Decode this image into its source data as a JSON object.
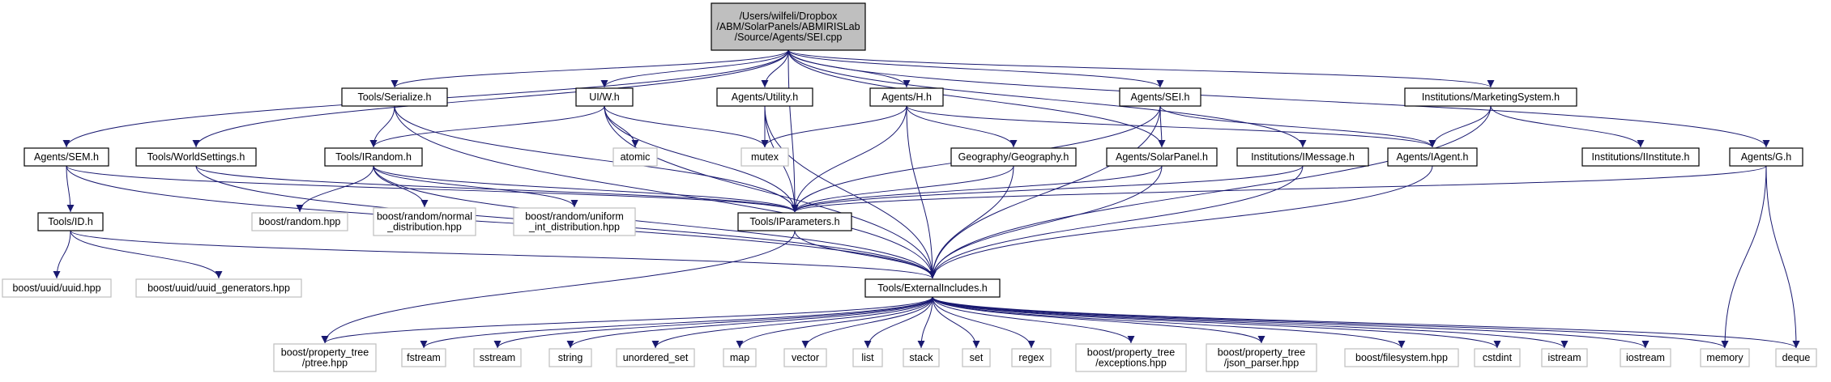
{
  "title": "Include dependency graph for SEI.cpp",
  "colors": {
    "edge": "#191970",
    "main_fill": "#bfbfbf",
    "node_border": "#000000",
    "external_border": "#bfbfbf",
    "background": "#ffffff"
  },
  "nodes": [
    {
      "id": "sei_cpp",
      "kind": "main",
      "lines": [
        "/Users/wilfeli/Dropbox",
        "/ABM/SolarPanels/ABMIRISLab",
        "/Source/Agents/SEI.cpp"
      ]
    },
    {
      "id": "agents_sem_h",
      "kind": "local",
      "lines": [
        "Agents/SEM.h"
      ]
    },
    {
      "id": "tools_worldsettings_h",
      "kind": "local",
      "lines": [
        "Tools/WorldSettings.h"
      ]
    },
    {
      "id": "tools_serialize_h",
      "kind": "local",
      "lines": [
        "Tools/Serialize.h"
      ]
    },
    {
      "id": "ui_w_h",
      "kind": "local",
      "lines": [
        "UI/W.h"
      ]
    },
    {
      "id": "agents_utility_h",
      "kind": "local",
      "lines": [
        "Agents/Utility.h"
      ]
    },
    {
      "id": "agents_h_h",
      "kind": "local",
      "lines": [
        "Agents/H.h"
      ]
    },
    {
      "id": "agents_sei_h",
      "kind": "local",
      "lines": [
        "Agents/SEI.h"
      ]
    },
    {
      "id": "institutions_marketingsystem_h",
      "kind": "local",
      "lines": [
        "Institutions/MarketingSystem.h"
      ]
    },
    {
      "id": "agents_g_h",
      "kind": "local",
      "lines": [
        "Agents/G.h"
      ]
    },
    {
      "id": "tools_irandom_h",
      "kind": "local",
      "lines": [
        "Tools/IRandom.h"
      ]
    },
    {
      "id": "atomic",
      "kind": "external",
      "lines": [
        "atomic"
      ]
    },
    {
      "id": "mutex",
      "kind": "external",
      "lines": [
        "mutex"
      ]
    },
    {
      "id": "geography_geography_h",
      "kind": "local",
      "lines": [
        "Geography/Geography.h"
      ]
    },
    {
      "id": "agents_solarpanel_h",
      "kind": "local",
      "lines": [
        "Agents/SolarPanel.h"
      ]
    },
    {
      "id": "institutions_imessage_h",
      "kind": "local",
      "lines": [
        "Institutions/IMessage.h"
      ]
    },
    {
      "id": "agents_iagent_h",
      "kind": "local",
      "lines": [
        "Agents/IAgent.h"
      ]
    },
    {
      "id": "institutions_iinstitute_h",
      "kind": "local",
      "lines": [
        "Institutions/IInstitute.h"
      ]
    },
    {
      "id": "tools_id_h",
      "kind": "local",
      "lines": [
        "Tools/ID.h"
      ]
    },
    {
      "id": "boost_random_hpp",
      "kind": "external",
      "lines": [
        "boost/random.hpp"
      ]
    },
    {
      "id": "boost_random_normal",
      "kind": "external",
      "lines": [
        "boost/random/normal",
        "_distribution.hpp"
      ]
    },
    {
      "id": "boost_random_uniform",
      "kind": "external",
      "lines": [
        "boost/random/uniform",
        "_int_distribution.hpp"
      ]
    },
    {
      "id": "tools_iparameters_h",
      "kind": "local",
      "lines": [
        "Tools/IParameters.h"
      ]
    },
    {
      "id": "boost_uuid_uuid_hpp",
      "kind": "external",
      "lines": [
        "boost/uuid/uuid.hpp"
      ]
    },
    {
      "id": "boost_uuid_generators_hpp",
      "kind": "external",
      "lines": [
        "boost/uuid/uuid_generators.hpp"
      ]
    },
    {
      "id": "tools_externalincludes_h",
      "kind": "local",
      "lines": [
        "Tools/ExternalIncludes.h"
      ]
    },
    {
      "id": "boost_property_tree_ptree",
      "kind": "external",
      "lines": [
        "boost/property_tree",
        "/ptree.hpp"
      ]
    },
    {
      "id": "fstream",
      "kind": "external",
      "lines": [
        "fstream"
      ]
    },
    {
      "id": "sstream",
      "kind": "external",
      "lines": [
        "sstream"
      ]
    },
    {
      "id": "string",
      "kind": "external",
      "lines": [
        "string"
      ]
    },
    {
      "id": "unordered_set",
      "kind": "external",
      "lines": [
        "unordered_set"
      ]
    },
    {
      "id": "map",
      "kind": "external",
      "lines": [
        "map"
      ]
    },
    {
      "id": "vector",
      "kind": "external",
      "lines": [
        "vector"
      ]
    },
    {
      "id": "list",
      "kind": "external",
      "lines": [
        "list"
      ]
    },
    {
      "id": "stack",
      "kind": "external",
      "lines": [
        "stack"
      ]
    },
    {
      "id": "set",
      "kind": "external",
      "lines": [
        "set"
      ]
    },
    {
      "id": "regex",
      "kind": "external",
      "lines": [
        "regex"
      ]
    },
    {
      "id": "boost_property_tree_exceptions",
      "kind": "external",
      "lines": [
        "boost/property_tree",
        "/exceptions.hpp"
      ]
    },
    {
      "id": "boost_property_tree_json_parser",
      "kind": "external",
      "lines": [
        "boost/property_tree",
        "/json_parser.hpp"
      ]
    },
    {
      "id": "boost_filesystem_hpp",
      "kind": "external",
      "lines": [
        "boost/filesystem.hpp"
      ]
    },
    {
      "id": "cstdint",
      "kind": "external",
      "lines": [
        "cstdint"
      ]
    },
    {
      "id": "istream",
      "kind": "external",
      "lines": [
        "istream"
      ]
    },
    {
      "id": "iostream",
      "kind": "external",
      "lines": [
        "iostream"
      ]
    },
    {
      "id": "memory",
      "kind": "external",
      "lines": [
        "memory"
      ]
    },
    {
      "id": "deque",
      "kind": "external",
      "lines": [
        "deque"
      ]
    }
  ],
  "edges": [
    [
      "sei_cpp",
      "agents_sem_h"
    ],
    [
      "sei_cpp",
      "tools_worldsettings_h"
    ],
    [
      "sei_cpp",
      "tools_serialize_h"
    ],
    [
      "sei_cpp",
      "ui_w_h"
    ],
    [
      "sei_cpp",
      "agents_utility_h"
    ],
    [
      "sei_cpp",
      "agents_h_h"
    ],
    [
      "sei_cpp",
      "agents_sei_h"
    ],
    [
      "sei_cpp",
      "institutions_marketingsystem_h"
    ],
    [
      "sei_cpp",
      "agents_g_h"
    ],
    [
      "sei_cpp",
      "tools_iparameters_h"
    ],
    [
      "sei_cpp",
      "agents_solarpanel_h"
    ],
    [
      "sei_cpp",
      "institutions_imessage_h"
    ],
    [
      "agents_sem_h",
      "tools_id_h"
    ],
    [
      "agents_sem_h",
      "tools_iparameters_h"
    ],
    [
      "agents_sem_h",
      "tools_externalincludes_h"
    ],
    [
      "tools_worldsettings_h",
      "tools_iparameters_h"
    ],
    [
      "tools_worldsettings_h",
      "tools_externalincludes_h"
    ],
    [
      "tools_serialize_h",
      "tools_irandom_h"
    ],
    [
      "tools_serialize_h",
      "tools_iparameters_h"
    ],
    [
      "tools_serialize_h",
      "tools_externalincludes_h"
    ],
    [
      "ui_w_h",
      "tools_irandom_h"
    ],
    [
      "ui_w_h",
      "atomic"
    ],
    [
      "ui_w_h",
      "mutex"
    ],
    [
      "ui_w_h",
      "tools_iparameters_h"
    ],
    [
      "ui_w_h",
      "tools_externalincludes_h"
    ],
    [
      "agents_utility_h",
      "mutex"
    ],
    [
      "agents_utility_h",
      "tools_iparameters_h"
    ],
    [
      "agents_utility_h",
      "tools_externalincludes_h"
    ],
    [
      "agents_h_h",
      "mutex"
    ],
    [
      "agents_h_h",
      "geography_geography_h"
    ],
    [
      "agents_h_h",
      "agents_iagent_h"
    ],
    [
      "agents_h_h",
      "tools_iparameters_h"
    ],
    [
      "agents_h_h",
      "tools_externalincludes_h"
    ],
    [
      "agents_sei_h",
      "agents_solarpanel_h"
    ],
    [
      "agents_sei_h",
      "agents_iagent_h"
    ],
    [
      "agents_sei_h",
      "tools_iparameters_h"
    ],
    [
      "agents_sei_h",
      "tools_externalincludes_h"
    ],
    [
      "institutions_marketingsystem_h",
      "agents_iagent_h"
    ],
    [
      "institutions_marketingsystem_h",
      "institutions_iinstitute_h"
    ],
    [
      "institutions_marketingsystem_h",
      "tools_externalincludes_h"
    ],
    [
      "agents_g_h",
      "tools_iparameters_h"
    ],
    [
      "agents_g_h",
      "memory"
    ],
    [
      "agents_g_h",
      "deque"
    ],
    [
      "tools_irandom_h",
      "boost_random_hpp"
    ],
    [
      "tools_irandom_h",
      "boost_random_normal"
    ],
    [
      "tools_irandom_h",
      "boost_random_uniform"
    ],
    [
      "tools_irandom_h",
      "tools_iparameters_h"
    ],
    [
      "tools_irandom_h",
      "tools_externalincludes_h"
    ],
    [
      "geography_geography_h",
      "tools_iparameters_h"
    ],
    [
      "geography_geography_h",
      "tools_externalincludes_h"
    ],
    [
      "agents_solarpanel_h",
      "tools_iparameters_h"
    ],
    [
      "agents_solarpanel_h",
      "tools_externalincludes_h"
    ],
    [
      "institutions_imessage_h",
      "tools_iparameters_h"
    ],
    [
      "institutions_imessage_h",
      "tools_externalincludes_h"
    ],
    [
      "agents_iagent_h",
      "tools_externalincludes_h"
    ],
    [
      "tools_id_h",
      "boost_uuid_uuid_hpp"
    ],
    [
      "tools_id_h",
      "boost_uuid_generators_hpp"
    ],
    [
      "tools_id_h",
      "tools_externalincludes_h"
    ],
    [
      "tools_iparameters_h",
      "tools_externalincludes_h"
    ],
    [
      "tools_iparameters_h",
      "boost_property_tree_ptree"
    ],
    [
      "tools_externalincludes_h",
      "boost_property_tree_ptree"
    ],
    [
      "tools_externalincludes_h",
      "fstream"
    ],
    [
      "tools_externalincludes_h",
      "sstream"
    ],
    [
      "tools_externalincludes_h",
      "string"
    ],
    [
      "tools_externalincludes_h",
      "unordered_set"
    ],
    [
      "tools_externalincludes_h",
      "map"
    ],
    [
      "tools_externalincludes_h",
      "vector"
    ],
    [
      "tools_externalincludes_h",
      "list"
    ],
    [
      "tools_externalincludes_h",
      "stack"
    ],
    [
      "tools_externalincludes_h",
      "set"
    ],
    [
      "tools_externalincludes_h",
      "regex"
    ],
    [
      "tools_externalincludes_h",
      "boost_property_tree_exceptions"
    ],
    [
      "tools_externalincludes_h",
      "boost_property_tree_json_parser"
    ],
    [
      "tools_externalincludes_h",
      "boost_filesystem_hpp"
    ],
    [
      "tools_externalincludes_h",
      "cstdint"
    ],
    [
      "tools_externalincludes_h",
      "istream"
    ],
    [
      "tools_externalincludes_h",
      "iostream"
    ],
    [
      "tools_externalincludes_h",
      "memory"
    ],
    [
      "tools_externalincludes_h",
      "deque"
    ]
  ]
}
